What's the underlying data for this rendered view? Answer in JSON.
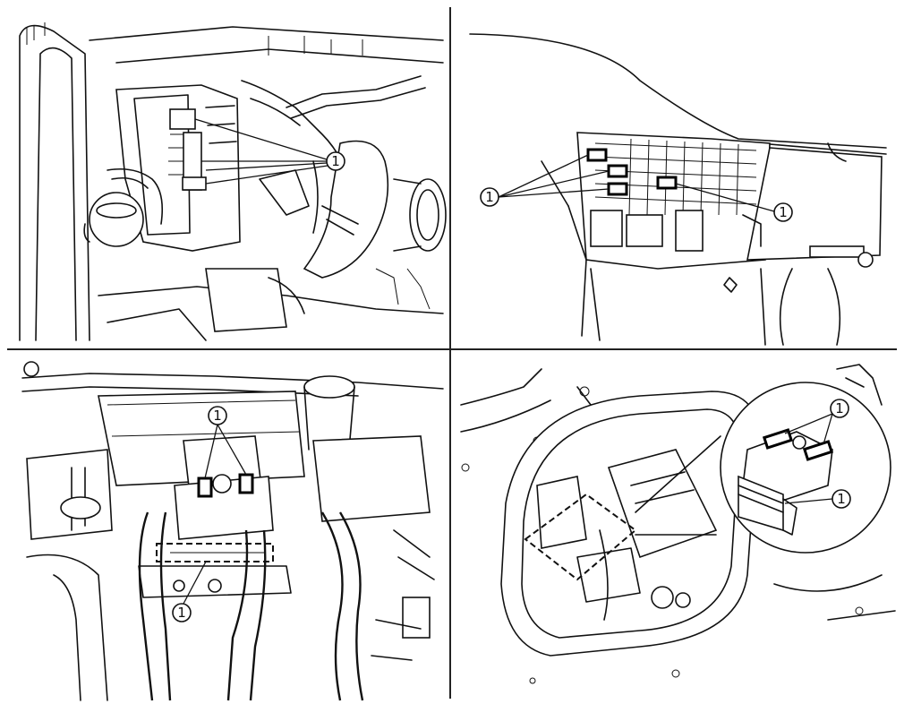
{
  "callouts": {
    "panel1": "1",
    "panel2": "1",
    "panel2_b": "1",
    "panel3": "1",
    "panel3_b": "1",
    "panel4": "1",
    "panel4_b": "1"
  }
}
